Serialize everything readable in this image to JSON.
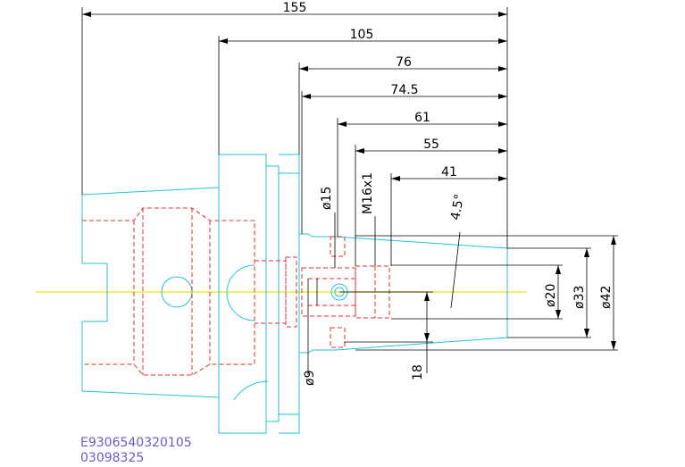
{
  "dimensions": {
    "d155": "155",
    "d105": "105",
    "d76": "76",
    "d74_5": "74.5",
    "d61": "61",
    "d55": "55",
    "d41": "41",
    "dia15": "ø15",
    "thread": "M16x1",
    "angle": "4.5°",
    "dia20": "ø20",
    "dia33": "ø33",
    "dia42": "ø42",
    "dia9": "ø9",
    "d18": "18"
  },
  "codes": {
    "part_number": "E9306540320105",
    "serial": "03098325"
  },
  "colors": {
    "outline": "#22c4d6",
    "hidden": "#e03030",
    "axis": "#e8e800",
    "dimension": "#000000",
    "code_text": "#6a5acd"
  }
}
